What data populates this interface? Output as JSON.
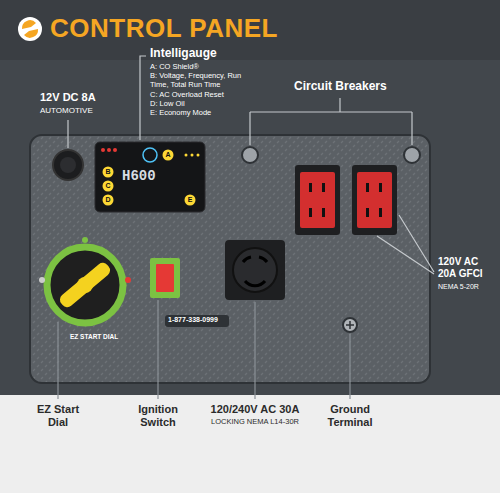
{
  "diagram": {
    "title": "CONTROL PANEL",
    "labels": [
      "Intelligauge",
      "A: CO Shield®",
      "B: Voltage, Frequency, Run Time, Total Run Time",
      "C: AC Overload Reset",
      "D: Low Oil",
      "E: Economy Mode",
      "12V DC 8A",
      "AUTOMOTIVE",
      "Circuit Breakers",
      "A",
      "B",
      "C",
      "D",
      "E",
      "H600",
      "120V AC 20A GFCI",
      "NEMA 5-20R",
      "1-877-338-0999",
      "EZ START DIAL",
      "EZ Start Dial",
      "Ignition Switch",
      "120/240V AC 30A",
      "LOCKING NEMA L14-30R",
      "Ground Terminal"
    ]
  }
}
